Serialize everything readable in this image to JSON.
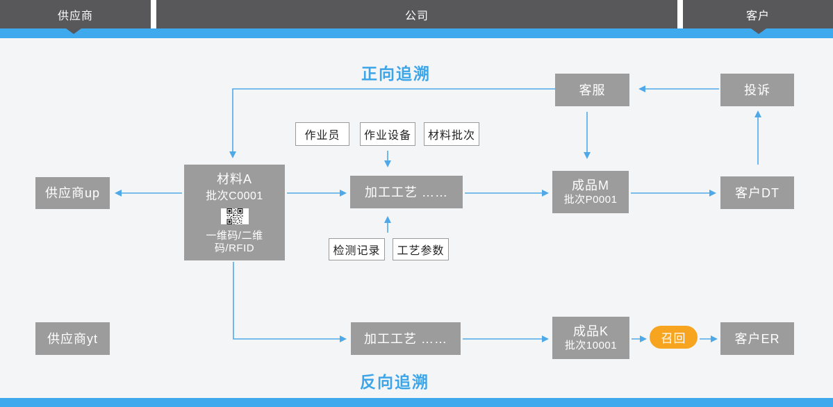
{
  "header": {
    "lanes": [
      {
        "label": "供应商"
      },
      {
        "label": "公司"
      },
      {
        "label": "客户"
      }
    ]
  },
  "titles": {
    "forward": "正向追溯",
    "backward": "反向追溯"
  },
  "nodes": {
    "customer_service": "客服",
    "complaint": "投诉",
    "supplier_up": "供应商up",
    "supplier_yt": "供应商yt",
    "material_a": {
      "name": "材料A",
      "batch": "批次C0001",
      "code_caption": "一维码/二维码/RFID"
    },
    "process_1": "加工工艺  ……",
    "process_2": "加工工艺  ……",
    "product_m": {
      "name": "成品M",
      "batch": "批次P0001"
    },
    "product_k": {
      "name": "成品K",
      "batch": "批次10001"
    },
    "customer_dt": "客户DT",
    "customer_er": "客户ER",
    "recall": "召回"
  },
  "tags": {
    "operator": "作业员",
    "equipment": "作业设备",
    "material_batch": "材料批次",
    "inspection_record": "检测记录",
    "process_params": "工艺参数"
  },
  "colors": {
    "header_dark": "#58585A",
    "strip_blue": "#3FA9EE",
    "arrow_blue": "#4FA9E8",
    "title_blue": "#3CA5E8",
    "node_gray": "#9C9C9C",
    "recall_orange": "#F7A521",
    "background": "#F4F5F7"
  }
}
